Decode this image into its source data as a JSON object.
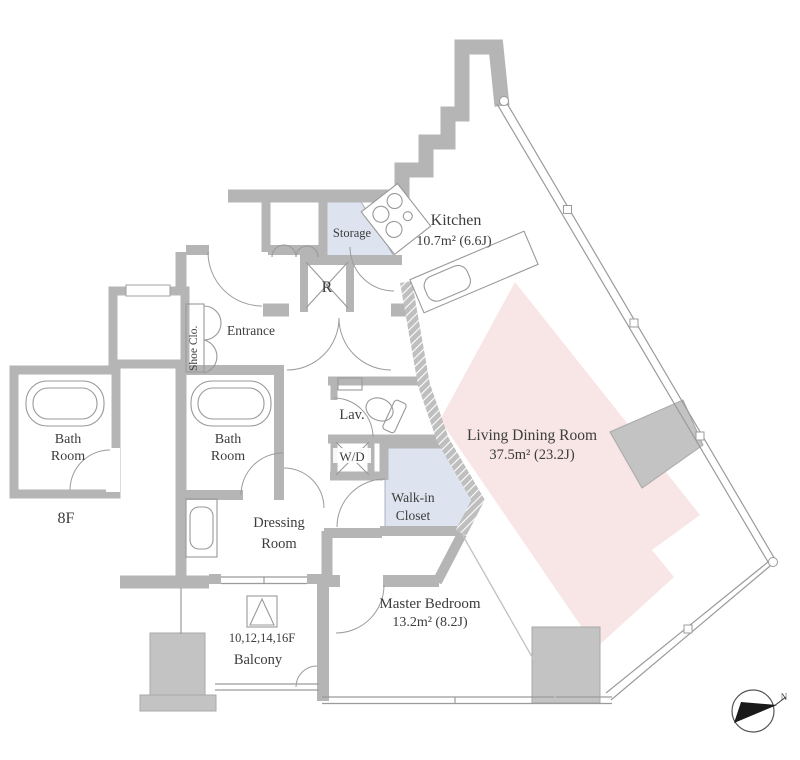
{
  "document_type": "apartment floor plan",
  "colors": {
    "wall": "#b5b5b5",
    "carpet_shade": "#f7e6e5",
    "closet_shade": "#dde4ef",
    "line": "#999999",
    "compass_fill": "#1a1a1a"
  },
  "rooms": {
    "kitchen": {
      "name": "Kitchen",
      "area": "10.7m² (6.6J)"
    },
    "living_dining": {
      "name": "Living Dining Room",
      "area": "37.5m² (23.2J)"
    },
    "master_bedroom": {
      "name": "Master Bedroom",
      "area": "13.2m² (8.2J)"
    },
    "storage": {
      "name": "Storage"
    },
    "refrigerator_space": {
      "name": "R"
    },
    "shoe_closet": {
      "name": "Shoe Clo."
    },
    "entrance": {
      "name": "Entrance"
    },
    "bathroom": {
      "name_line1": "Bath",
      "name_line2": "Room"
    },
    "bathroom_8f": {
      "name_line1": "Bath",
      "name_line2": "Room",
      "floor_note": "8F"
    },
    "lavatory": {
      "name": "Lav."
    },
    "washer_dryer": {
      "name": "W/D"
    },
    "walk_in_closet": {
      "name_line1": "Walk-in",
      "name_line2": "Closet"
    },
    "dressing_room": {
      "name_line1": "Dressing",
      "name_line2": "Room"
    },
    "balcony": {
      "name": "Balcony",
      "floor_note": "10,12,14,16F"
    }
  },
  "compass": {
    "north_label": "N"
  }
}
